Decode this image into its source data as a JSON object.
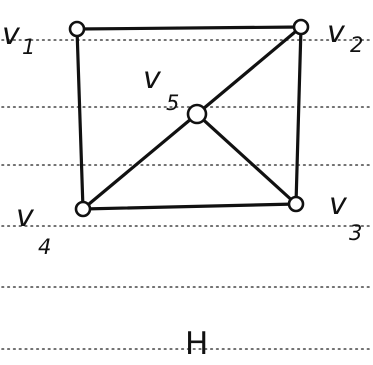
{
  "graph": {
    "name": "H",
    "vertices": [
      {
        "id": "v1",
        "letter": "v",
        "index": "1"
      },
      {
        "id": "v2",
        "letter": "v",
        "index": "2"
      },
      {
        "id": "v3",
        "letter": "v",
        "index": "3"
      },
      {
        "id": "v4",
        "letter": "v",
        "index": "4"
      },
      {
        "id": "v5",
        "letter": "v",
        "index": "5"
      }
    ],
    "edges": [
      [
        "v1",
        "v2"
      ],
      [
        "v1",
        "v4"
      ],
      [
        "v2",
        "v3"
      ],
      [
        "v4",
        "v3"
      ],
      [
        "v2",
        "v5"
      ],
      [
        "v5",
        "v4"
      ],
      [
        "v5",
        "v3"
      ]
    ]
  },
  "colors": {
    "ink": "#111111",
    "paper": "#ffffff",
    "rule": "#444444"
  }
}
